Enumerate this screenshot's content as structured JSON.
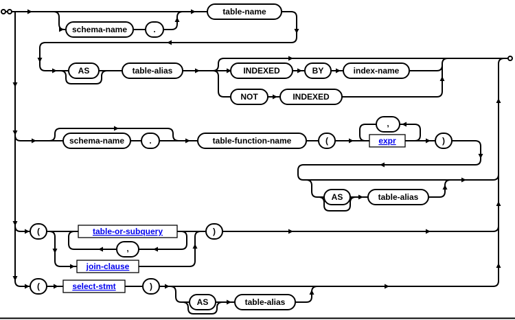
{
  "diagram": {
    "kind": "syntax-railroad-diagram",
    "colors": {
      "line": "#000000",
      "terminal_fill": "#ffffff",
      "terminal_border": "#000000",
      "terminal_text": "#000000",
      "nonterminal_link_text": "#0000ee",
      "background": "#ffffff"
    },
    "terminals": {
      "schema_name_1": "schema-name",
      "dot_1": ".",
      "table_name": "table-name",
      "as_1": "AS",
      "table_alias_1": "table-alias",
      "indexed_1": "INDEXED",
      "by_1": "BY",
      "index_name": "index-name",
      "not_1": "NOT",
      "indexed_2": "INDEXED",
      "schema_name_2": "schema-name",
      "dot_2": ".",
      "table_function_name": "table-function-name",
      "lparen_1": "(",
      "comma_1": ",",
      "rparen_1": ")",
      "as_2": "AS",
      "table_alias_2": "table-alias",
      "lparen_2": "(",
      "comma_2": ",",
      "rparen_2": ")",
      "lparen_3": "(",
      "rparen_3": ")",
      "as_3": "AS",
      "table_alias_3": "table-alias"
    },
    "nonterminals": {
      "expr": "expr",
      "table_or_subquery": "table-or-subquery",
      "join_clause": "join-clause",
      "select_stmt": "select-stmt"
    }
  }
}
